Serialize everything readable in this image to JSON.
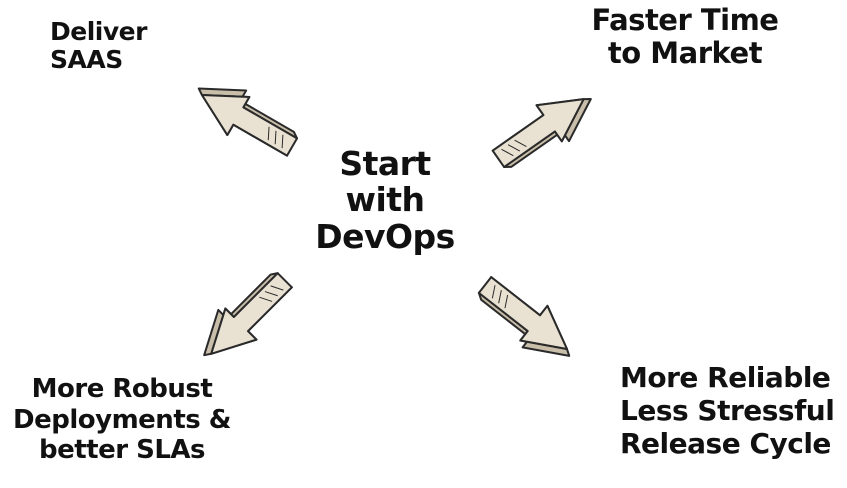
{
  "center": {
    "lines": [
      "Start",
      "with",
      "DevOps"
    ]
  },
  "outcomes": {
    "top_left": {
      "lines": [
        "Deliver",
        "SAAS"
      ]
    },
    "top_right": {
      "lines": [
        "Faster Time",
        "to Market"
      ]
    },
    "bottom_left": {
      "lines": [
        "More Robust",
        "Deployments &",
        "better SLAs"
      ]
    },
    "bottom_right": {
      "lines": [
        "More Reliable",
        "Less Stressful",
        "Release Cycle"
      ]
    }
  },
  "colors": {
    "arrow_fill": "#e9e1d2",
    "arrow_side": "#c9bea9",
    "outline": "#2a2a2a",
    "text": "#111111"
  }
}
